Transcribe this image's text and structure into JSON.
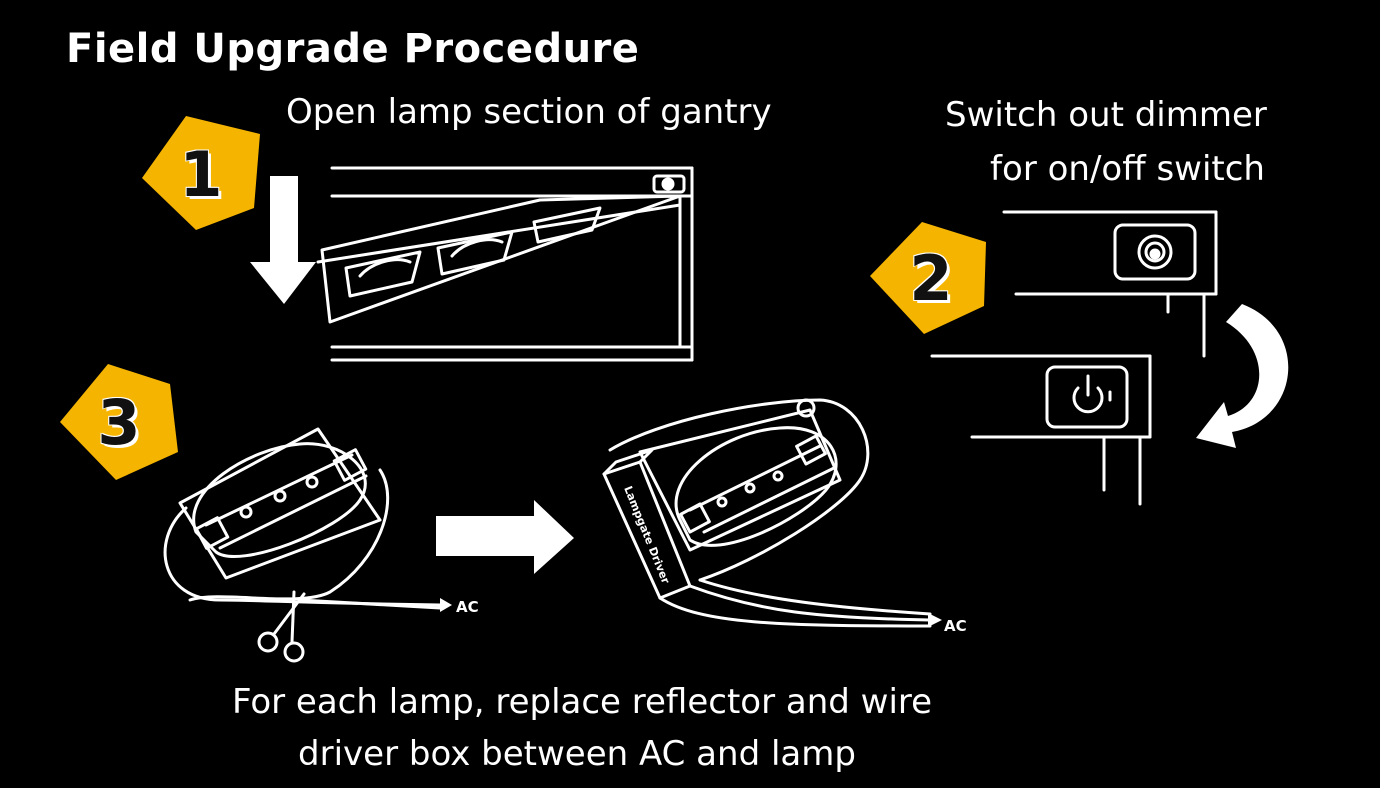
{
  "title": "Field Upgrade Procedure",
  "steps": [
    {
      "number": "1",
      "caption": "Open lamp section of gantry"
    },
    {
      "number": "2",
      "caption": "Switch out dimmer\nfor on/off switch"
    },
    {
      "number": "3",
      "caption": "For each lamp, replace reflector and wire\ndriver box between AC and lamp"
    }
  ],
  "labels": {
    "ac_before": "AC",
    "ac_after": "AC",
    "driver_box": "Lampgate Driver"
  },
  "colors": {
    "badge": "#F5B400",
    "line": "#FFFFFF",
    "background": "#000000"
  },
  "icons": [
    "down-arrow-icon",
    "curved-arrow-icon",
    "right-arrow-icon",
    "scissors-icon",
    "dimmer-knob-icon",
    "power-switch-icon"
  ]
}
